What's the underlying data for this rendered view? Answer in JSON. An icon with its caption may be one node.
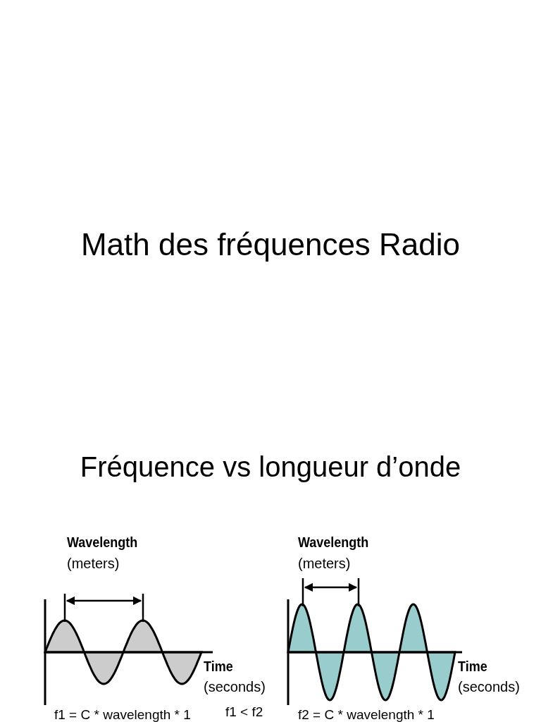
{
  "diagram": {
    "title": "Math des fréquences Radio",
    "labels": [
      "Fréquence vs longueur d’onde",
      "Wavelength",
      "(meters)",
      "Wavelength",
      "(meters)",
      "Time",
      "(seconds)",
      "Time",
      "(seconds)",
      "f1 = C * wavelength * 1",
      "f1 < f2",
      "f2 = C * wavelength * 1"
    ]
  }
}
